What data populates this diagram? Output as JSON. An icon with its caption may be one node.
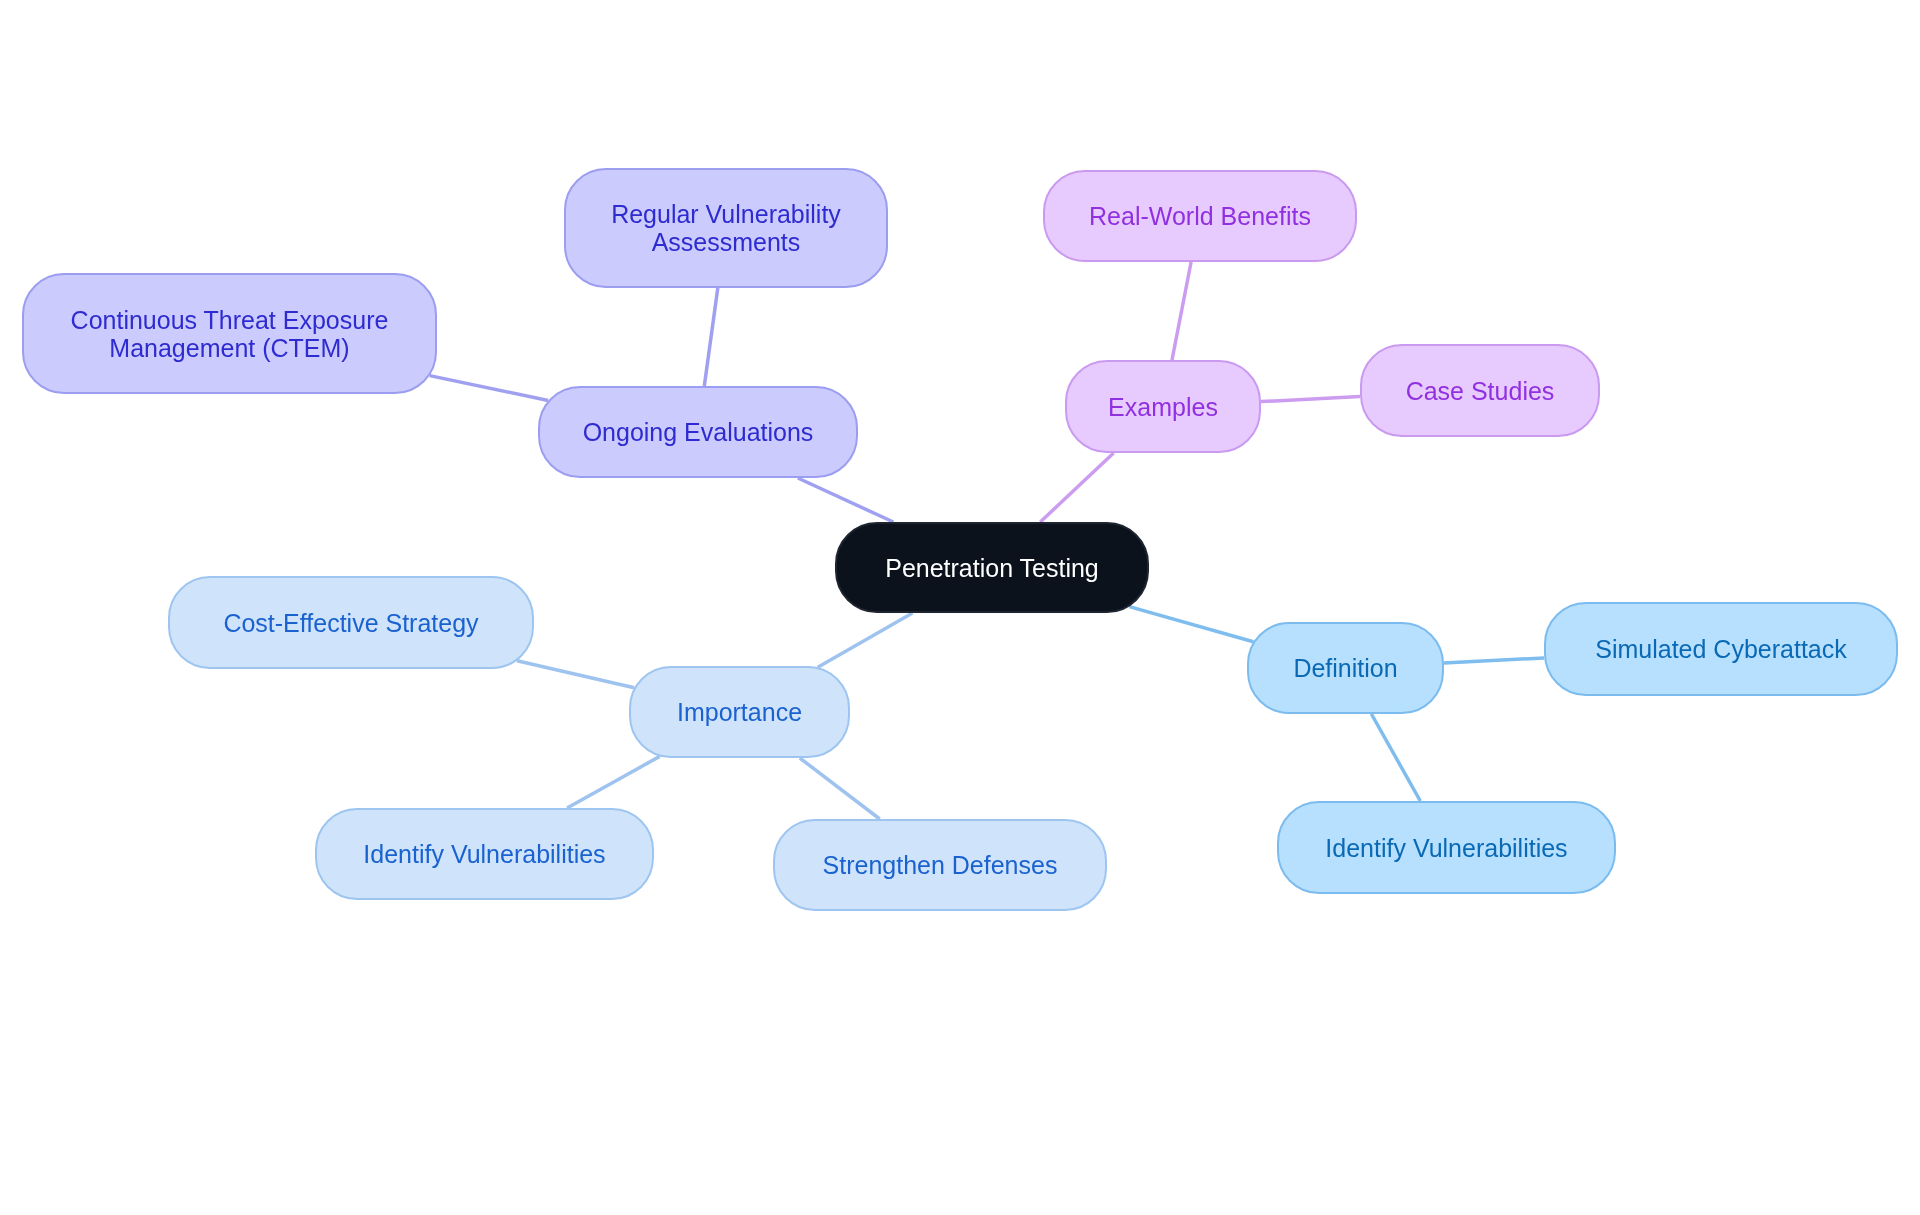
{
  "diagram": {
    "nodes": [
      {
        "text": [
          "Penetration Testing"
        ]
      },
      {
        "text": [
          "Ongoing Evaluations"
        ]
      },
      {
        "text": [
          "Regular Vulnerability Assessments"
        ]
      },
      {
        "text": [
          "Continuous Threat Exposure Management (CTEM)"
        ]
      },
      {
        "text": [
          "Examples"
        ]
      },
      {
        "text": [
          "Real-World Benefits"
        ]
      },
      {
        "text": [
          "Case Studies"
        ]
      },
      {
        "text": [
          "Importance"
        ]
      },
      {
        "text": [
          "Cost-Effective Strategy"
        ]
      },
      {
        "text": [
          "Identify Vulnerabilities"
        ]
      },
      {
        "text": [
          "Strengthen Defenses"
        ]
      },
      {
        "text": [
          "Definition"
        ]
      },
      {
        "text": [
          "Simulated Cyberattack"
        ]
      },
      {
        "text": [
          "Identify Vulnerabilities"
        ]
      }
    ],
    "edges": [
      {
        "from": 0,
        "to": 1,
        "arrow": "none",
        "color": "#9fa0f0"
      },
      {
        "from": 1,
        "to": 2,
        "arrow": "none",
        "color": "#9fa0f0"
      },
      {
        "from": 1,
        "to": 3,
        "arrow": "none",
        "color": "#9fa0f0"
      },
      {
        "from": 0,
        "to": 4,
        "arrow": "none",
        "color": "#cc9cf0"
      },
      {
        "from": 4,
        "to": 5,
        "arrow": "none",
        "color": "#cc9cf0"
      },
      {
        "from": 4,
        "to": 6,
        "arrow": "none",
        "color": "#cc9cf0"
      },
      {
        "from": 0,
        "to": 7,
        "arrow": "none",
        "color": "#9fc3ef"
      },
      {
        "from": 7,
        "to": 8,
        "arrow": "none",
        "color": "#9fc3ef"
      },
      {
        "from": 7,
        "to": 9,
        "arrow": "none",
        "color": "#9fc3ef"
      },
      {
        "from": 7,
        "to": 10,
        "arrow": "none",
        "color": "#9fc3ef"
      },
      {
        "from": 0,
        "to": 11,
        "arrow": "none",
        "color": "#7ebdee"
      },
      {
        "from": 11,
        "to": 12,
        "arrow": "none",
        "color": "#7ebdee"
      },
      {
        "from": 11,
        "to": 13,
        "arrow": "none",
        "color": "#7ebdee"
      }
    ]
  }
}
